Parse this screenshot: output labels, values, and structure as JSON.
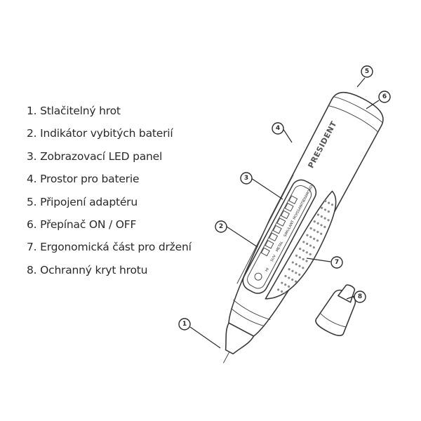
{
  "legend": [
    "1. Stlačitelný hrot",
    "2. Indikátor vybitých baterií",
    "3. Zobrazovací LED panel",
    "4. Prostor pro baterie",
    "5. Připojení adaptéru",
    "6. Přepínač ON / OFF",
    "7. Ergonomická část pro držení",
    "8. Ochranný kryt hrotu"
  ],
  "callouts": [
    "1",
    "2",
    "3",
    "4",
    "5",
    "6",
    "7",
    "8"
  ],
  "device": {
    "brand": "PRESIDENT",
    "panel_labels": [
      "HI",
      "SUV",
      "METAL",
      "SIMULANT",
      "MOISSANITE",
      "DIAMOND"
    ]
  }
}
